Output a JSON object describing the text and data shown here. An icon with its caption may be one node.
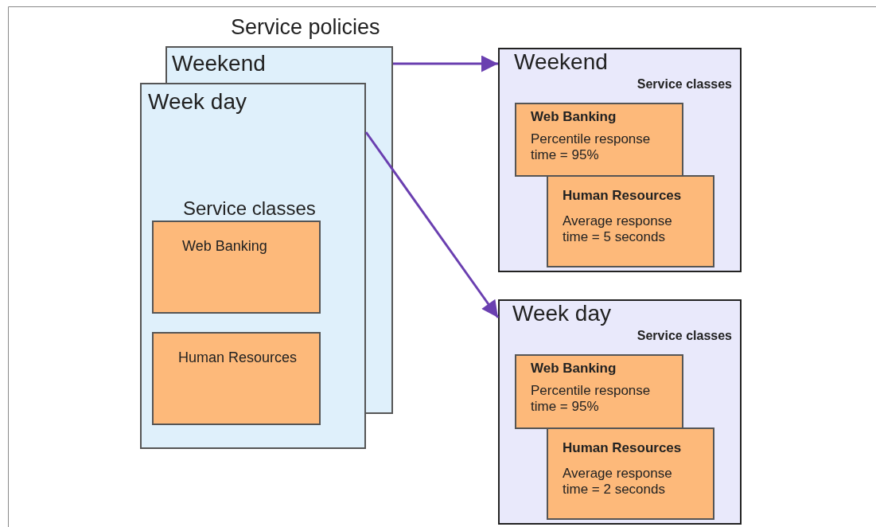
{
  "diagram": {
    "title": "Service policies",
    "nodes": [
      {
        "text": [
          "Weekend"
        ]
      },
      {
        "text": [
          "Week day",
          "Service classes"
        ]
      },
      {
        "text": [
          "Web Banking"
        ],
        "in": 1
      },
      {
        "text": [
          "Human Resources"
        ],
        "in": 1
      },
      {
        "text": [
          "Weekend",
          "Service classes"
        ]
      },
      {
        "text": [
          "Web Banking",
          "Percentile response time = 95%"
        ],
        "in": 4
      },
      {
        "text": [
          "Human Resources",
          "Average response time = 5 seconds"
        ],
        "in": 4
      },
      {
        "text": [
          "Week day",
          "Service classes"
        ]
      },
      {
        "text": [
          "Web Banking",
          "Percentile response time = 95%"
        ],
        "in": 7
      },
      {
        "text": [
          "Human Resources",
          "Average response time = 2 seconds"
        ],
        "in": 7
      }
    ],
    "edges": [
      {
        "from": 0,
        "to": 4,
        "arrow": "to"
      },
      {
        "from": 1,
        "to": 7,
        "arrow": "to"
      }
    ]
  }
}
